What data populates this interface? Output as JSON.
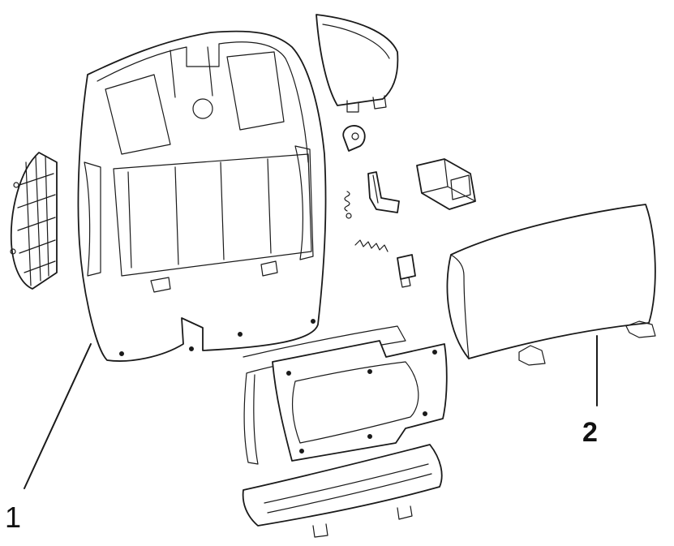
{
  "callouts": [
    {
      "id": "callout-1",
      "text": "1"
    },
    {
      "id": "callout-2",
      "text": "2"
    }
  ]
}
